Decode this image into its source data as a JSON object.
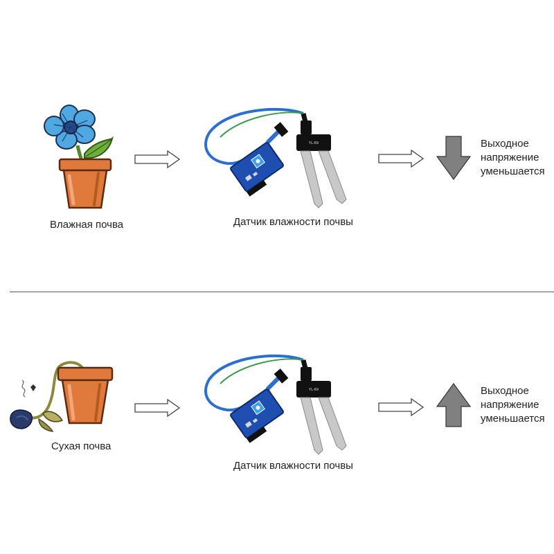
{
  "wet": {
    "soil_label": "Влажная почва",
    "sensor_label": "Датчик влажности почвы",
    "output_lines": [
      "Выходное",
      "напряжение",
      "уменьшается"
    ],
    "direction": "down"
  },
  "dry": {
    "soil_label": "Сухая почва",
    "sensor_label": "Датчик влажности почвы",
    "output_lines": [
      "Выходное",
      "напряжение",
      "уменьшается"
    ],
    "direction": "up"
  },
  "colors": {
    "flower_blue": "#4fa8e0",
    "pot_orange": "#e07a3c",
    "leaf_green": "#6fae3c",
    "wilted_leaf": "#b8b060",
    "wilted_flower": "#2a3a6a",
    "sensor_board": "#1e4fb0",
    "cable_blue": "#2c6fd0",
    "probe_metal": "#c8c8c8",
    "indicator_gray": "#808080"
  },
  "icons": {
    "wet_plant": "healthy-flower-pot-icon",
    "dry_plant": "wilted-flower-pot-icon",
    "flow_arrow": "outline-right-arrow-icon",
    "decrease": "down-arrow-icon",
    "increase": "up-arrow-icon"
  }
}
